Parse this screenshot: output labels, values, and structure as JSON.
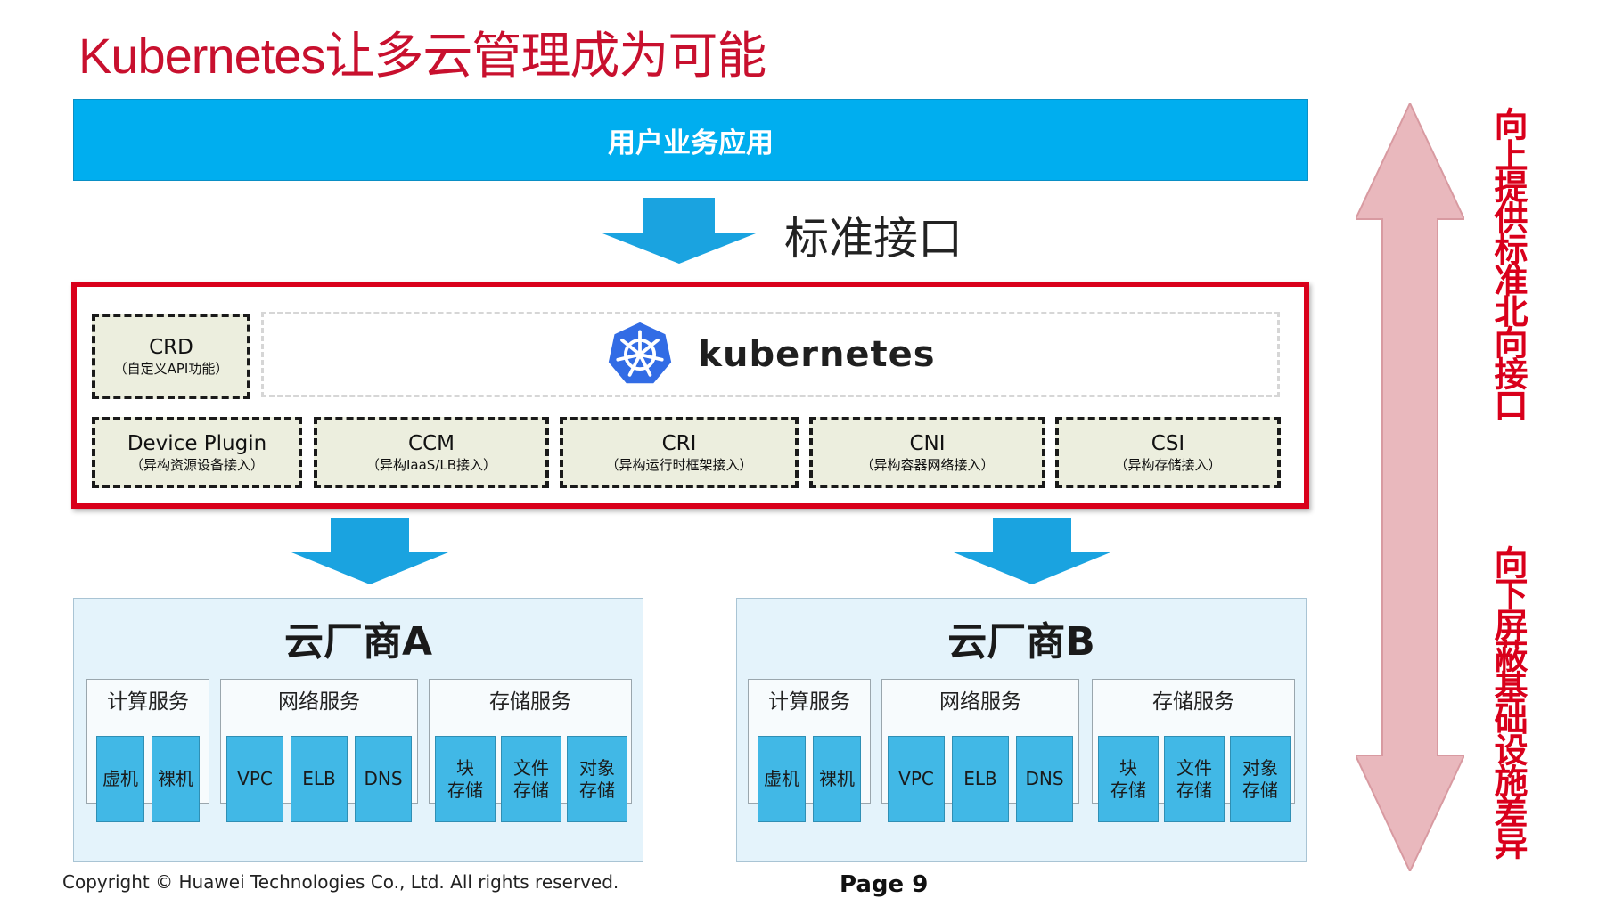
{
  "title": "Kubernetes让多云管理成为可能",
  "user_app": "用户业务应用",
  "std_interface": "标准接口",
  "k8s": {
    "crd": {
      "name": "CRD",
      "sub": "（自定义API功能）"
    },
    "logo_text": "kubernetes",
    "plugins": [
      {
        "name": "Device Plugin",
        "sub": "（异构资源设备接入）"
      },
      {
        "name": "CCM",
        "sub": "（异构IaaS/LB接入）"
      },
      {
        "name": "CRI",
        "sub": "（异构运行时框架接入）"
      },
      {
        "name": "CNI",
        "sub": "（异构容器网络接入）"
      },
      {
        "name": "CSI",
        "sub": "（异构存储接入）"
      }
    ]
  },
  "vendors": [
    {
      "name": "云厂商A",
      "compute": {
        "title": "计算服务",
        "items": [
          "虚机",
          "裸机"
        ]
      },
      "network": {
        "title": "网络服务",
        "items": [
          "VPC",
          "ELB",
          "DNS"
        ]
      },
      "storage": {
        "title": "存储服务",
        "items": [
          "块\n存储",
          "文件\n存储",
          "对象\n存储"
        ]
      }
    },
    {
      "name": "云厂商B",
      "compute": {
        "title": "计算服务",
        "items": [
          "虚机",
          "裸机"
        ]
      },
      "network": {
        "title": "网络服务",
        "items": [
          "VPC",
          "ELB",
          "DNS"
        ]
      },
      "storage": {
        "title": "存储服务",
        "items": [
          "块\n存储",
          "文件\n存储",
          "对象\n存储"
        ]
      }
    }
  ],
  "side_top": "向上提供标准北向接口",
  "side_bottom": "向下屏蔽基础设施差异",
  "footer": {
    "copyright": "Copyright © Huawei Technologies Co., Ltd. All rights reserved.",
    "page": "Page 9"
  },
  "colors": {
    "accent_red": "#d9001b",
    "blue": "#00aeef",
    "cell_blue": "#41b8e6",
    "arrow_pink": "#e9b8bd"
  }
}
